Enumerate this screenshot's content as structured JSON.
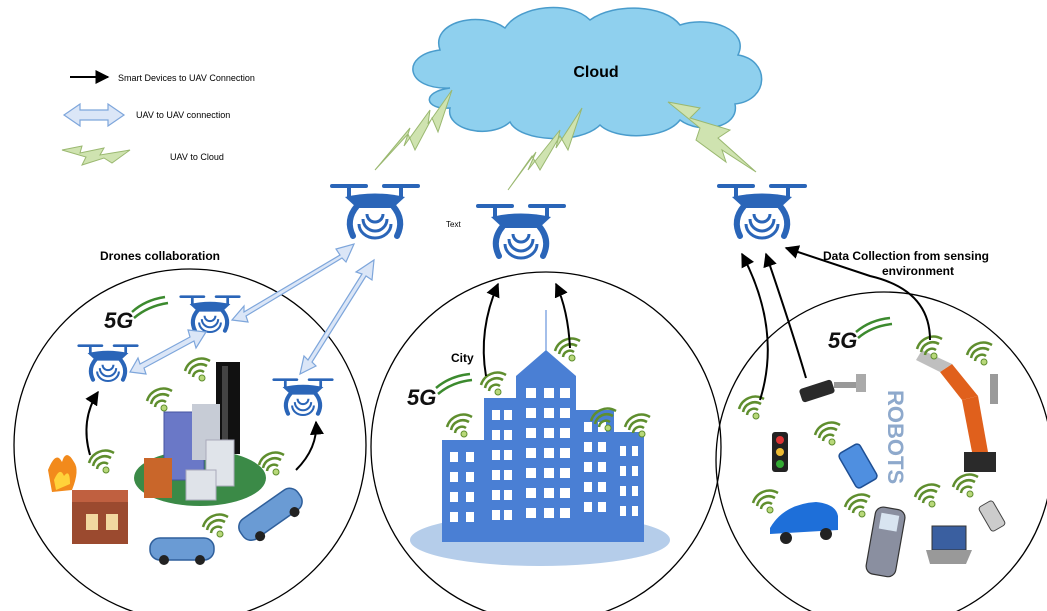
{
  "legend": {
    "smart_devices": "Smart Devices to UAV Connection",
    "uav_to_uav": "UAV  to UAV  connection",
    "uav_to_cloud": "UAV  to Cloud"
  },
  "cloud": {
    "label": "Cloud"
  },
  "regions": {
    "left": {
      "title": "Drones collaboration",
      "badge": "5G"
    },
    "center": {
      "title": "City",
      "badge": "5G",
      "drone_note": "Text"
    },
    "right": {
      "title_line1": "Data Collection from sensing",
      "title_line2": "environment",
      "badge": "5G",
      "robot_text": "ROBOTS"
    }
  },
  "colors": {
    "drone": "#2a65b8",
    "cloud": "#8fd0ee",
    "city": "#4a7fd4",
    "uav_link": "#dbe6f7",
    "cloud_link": "#cfe3b0",
    "wifi": "#5f8e2e"
  }
}
